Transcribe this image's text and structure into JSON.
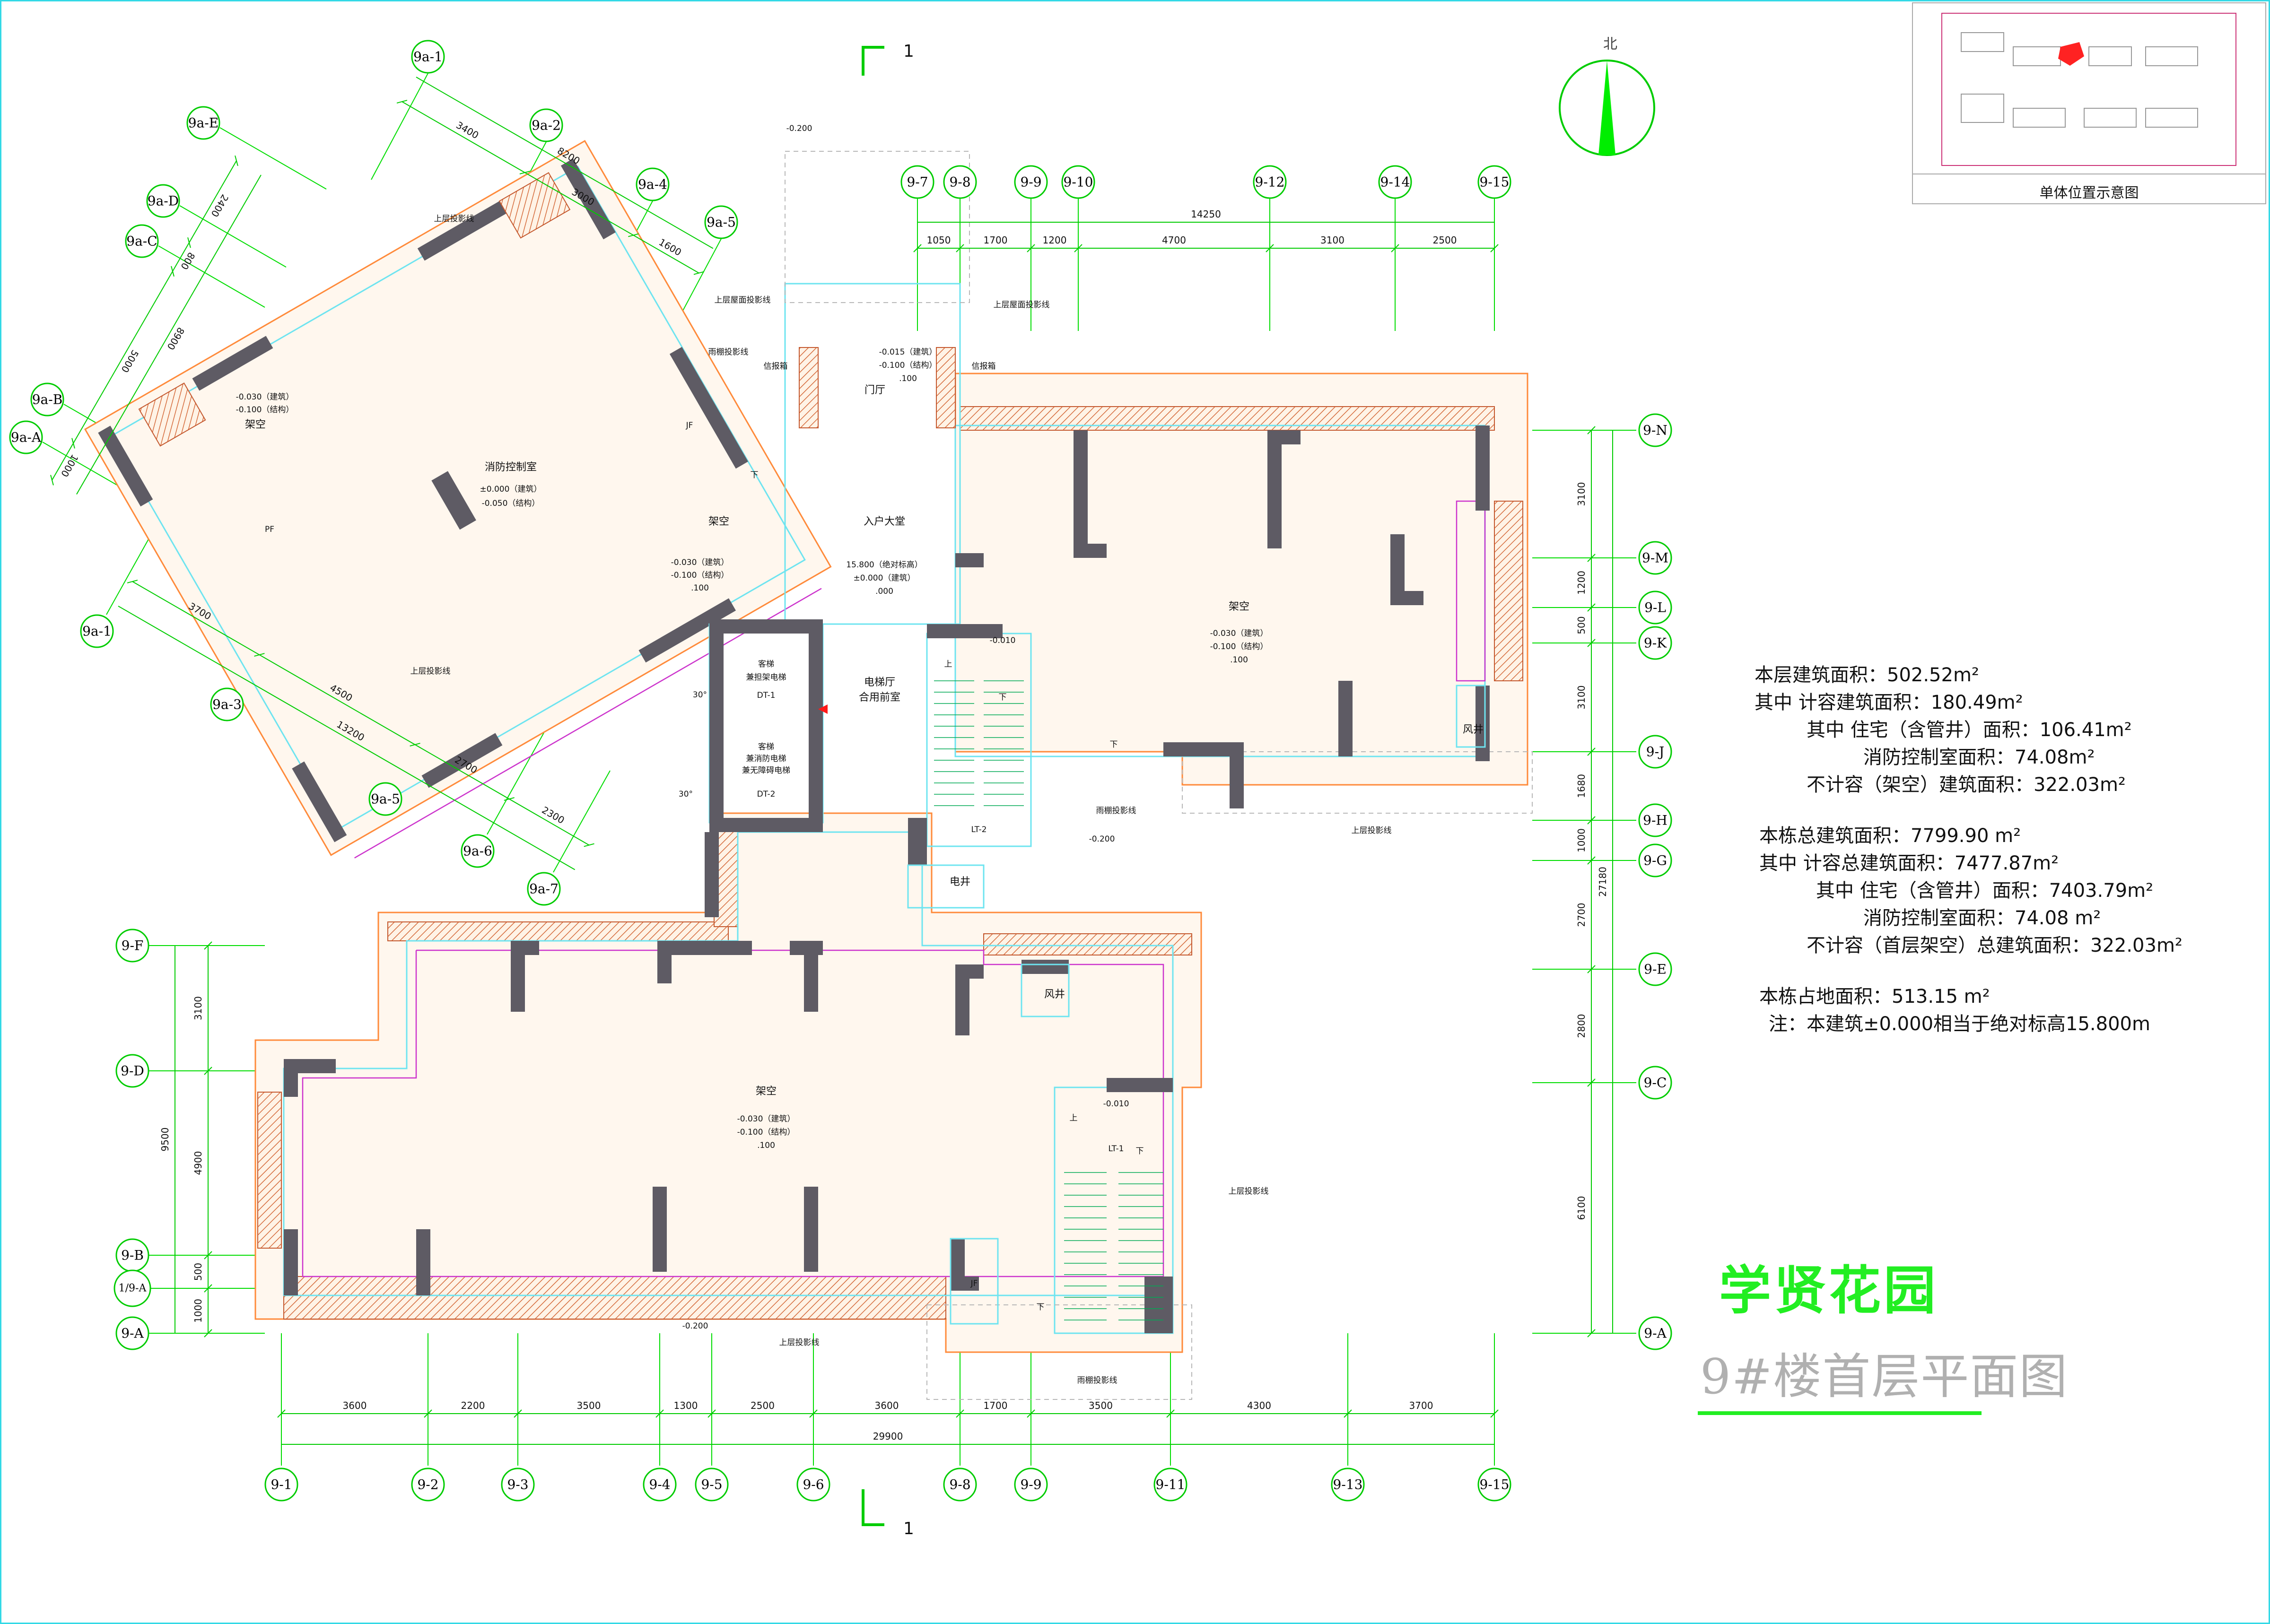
{
  "drawing": {
    "title": "学贤花园",
    "subtitle": "9#楼首层平面图",
    "north_label": "北",
    "section_mark": "1"
  },
  "key_plan": {
    "caption": "单体位置示意图"
  },
  "area_info": [
    "本层建筑面积：502.52m²",
    "其中 计容建筑面积：180.49m²",
    "其中 住宅（含管井）面积：106.41m²",
    "消防控制室面积：74.08m²",
    "不计容（架空）建筑面积：322.03m²",
    "本栋总建筑面积：7799.90 m²",
    "其中 计容总建筑面积：7477.87m²",
    "其中 住宅（含管井）面积：7403.79m²",
    "消防控制室面积：74.08 m²",
    "不计容（首层架空）总建筑面积：322.03m²",
    "本栋占地面积：513.15 m²",
    "注：本建筑±0.000相当于绝对标高15.800m"
  ],
  "axes": {
    "bottom": [
      "9-1",
      "9-2",
      "9-3",
      "9-4",
      "9-5",
      "9-6",
      "9-8",
      "9-9",
      "9-11",
      "9-13",
      "9-15"
    ],
    "top": [
      "9-7",
      "9-8",
      "9-9",
      "9-10",
      "9-12",
      "9-14",
      "9-15"
    ],
    "right": [
      "9-N",
      "9-M",
      "9-L",
      "9-K",
      "9-J",
      "9-H",
      "9-G",
      "9-E",
      "9-C",
      "9-A"
    ],
    "left": [
      "9-F",
      "9-D",
      "9-B",
      "1/9-A",
      "9-A"
    ],
    "rotated_top": [
      "9a-1",
      "9a-2",
      "9a-4",
      "9a-5"
    ],
    "rotated_left": [
      "9a-E",
      "9a-D",
      "9a-C",
      "9a-B",
      "9a-A"
    ],
    "rotated_bottom": [
      "9a-1",
      "9a-3",
      "9a-5",
      "9a-6",
      "9a-7"
    ]
  },
  "dimensions": {
    "bottom_segments": [
      "3600",
      "2200",
      "3500",
      "1300",
      "2500",
      "3600",
      "1700",
      "3500",
      "4300",
      "3700"
    ],
    "bottom_total": "29900",
    "top_segments": [
      "1050",
      "1700",
      "1200",
      "4700",
      "3100",
      "2500"
    ],
    "top_total": "14250",
    "right_segments": [
      "3100",
      "1200",
      "500",
      "3100",
      "1680",
      "1000",
      "2700",
      "2800",
      "6100"
    ],
    "right_total": "27180",
    "left_segments": [
      "3100",
      "4900",
      "500",
      "1000"
    ],
    "left_total": "9500",
    "rot_top_segments": [
      "3400",
      "3000",
      "1600"
    ],
    "rot_top_total": "8200",
    "rot_left_segments": [
      "2400",
      "800",
      "5000",
      "1000"
    ],
    "rot_left_total": "8900",
    "rot_bottom_segments": [
      "3700",
      "4500",
      "2700",
      "2300"
    ],
    "rot_bottom_total": "13200"
  },
  "rooms": {
    "fire_control": "消防控制室",
    "fire_control_level_1": "±0.000（建筑）",
    "fire_control_level_2": "-0.050（结构）",
    "lobby": "入户大堂",
    "lobby_level_1": "15.800（绝对标高）",
    "lobby_level_2": "±0.000（建筑）",
    "lobby_level_3": ".000",
    "elevator_hall": "电梯厅",
    "elevator_hall_2": "合用前室",
    "elevator_1_a": "客梯",
    "elevator_1_b": "兼担架电梯",
    "elevator_1_id": "DT-1",
    "elevator_2_a": "客梯",
    "elevator_2_b": "兼消防电梯",
    "elevator_2_c": "兼无障碍电梯",
    "elevator_2_id": "DT-2",
    "stilt_label": "架空",
    "stilt_level_1": "-0.030（建筑）",
    "stilt_level_2": "-0.100（结构）",
    "stilt_level_3": ".100",
    "door_hall": "门厅",
    "mailbox": "信报箱",
    "electrical_shaft": "电井",
    "air_shaft": "风井",
    "stair_1": "LT-1",
    "stair_2": "LT-2",
    "up": "上",
    "down": "下",
    "level_m0010": "-0.010",
    "level_m0200": "-0.200",
    "level_m0015": "-0.015（建筑）",
    "level_m0100": "-0.100（结构）",
    "level_100": ".100",
    "upper_floor_projection": "上层投影线",
    "upper_roof_projection": "上层屋面投影线",
    "canopy_projection": "雨棚投影线",
    "angle_30": "30°",
    "pf": "PF",
    "jf": "JF"
  },
  "colors": {
    "grid": "#00dd00",
    "wall": "#5e5b64",
    "outer_line": "#ff8a3a",
    "inner_line": "#6ee4f0",
    "magenta": "#cc33cc",
    "title_green": "#22ee22",
    "subtitle_gray": "#b0b0b0",
    "frame": "#33d9e6"
  }
}
